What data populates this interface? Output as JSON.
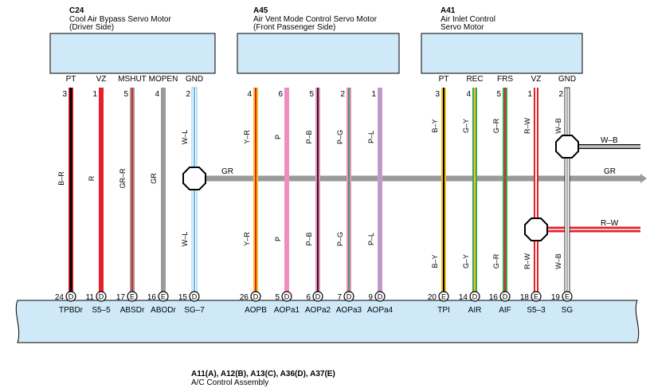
{
  "motors": {
    "c24": {
      "code": "C24",
      "name_line1": "Cool Air Bypass Servo Motor",
      "name_line2": "(Driver Side)",
      "pins": [
        {
          "label": "PT",
          "num": "3",
          "wire": "B–R",
          "acpin": "24",
          "conn": "D",
          "sig": "TPBDr"
        },
        {
          "label": "VZ",
          "num": "1",
          "wire": "R",
          "acpin": "11",
          "conn": "D",
          "sig": "S5–5"
        },
        {
          "label": "MSHUT",
          "num": "5",
          "wire": "GR–R",
          "acpin": "17",
          "conn": "E",
          "sig": "ABSDr"
        },
        {
          "label": "MOPEN",
          "num": "4",
          "wire": "GR",
          "acpin": "16",
          "conn": "E",
          "sig": "ABODr"
        },
        {
          "label": "GND",
          "num": "2",
          "wire": "W–L",
          "wire2": "W–L",
          "acpin": "15",
          "conn": "D",
          "sig": "SG–7"
        }
      ]
    },
    "a45": {
      "code": "A45",
      "name_line1": "Air Vent Mode Control Servo Motor",
      "name_line2": "(Front Passenger Side)",
      "pins": [
        {
          "num": "4",
          "wire": "Y–R",
          "wire2": "Y–R",
          "acpin": "26",
          "conn": "D",
          "sig": "AOPB"
        },
        {
          "num": "6",
          "wire": "P",
          "wire2": "P",
          "acpin": "5",
          "conn": "D",
          "sig": "AOPa1"
        },
        {
          "num": "5",
          "wire": "P–B",
          "wire2": "P–B",
          "acpin": "6",
          "conn": "D",
          "sig": "AOPa2"
        },
        {
          "num": "2",
          "wire": "P–G",
          "wire2": "P–G",
          "acpin": "7",
          "conn": "D",
          "sig": "AOPa3"
        },
        {
          "num": "1",
          "wire": "P–L",
          "wire2": "P–L",
          "acpin": "9",
          "conn": "D",
          "sig": "AOPa4"
        }
      ]
    },
    "a41": {
      "code": "A41",
      "name_line1": "Air Inlet Control",
      "name_line2": "Servo Motor",
      "pins": [
        {
          "label": "PT",
          "num": "3",
          "wire": "B–Y",
          "wire2": "B–Y",
          "acpin": "20",
          "conn": "E",
          "sig": "TPI"
        },
        {
          "label": "REC",
          "num": "4",
          "wire": "G–Y",
          "wire2": "G–Y",
          "acpin": "14",
          "conn": "D",
          "sig": "AIR"
        },
        {
          "label": "FRS",
          "num": "5",
          "wire": "G–R",
          "wire2": "G–R",
          "acpin": "16",
          "conn": "D",
          "sig": "AIF"
        },
        {
          "label": "VZ",
          "num": "1",
          "wire": "R–W",
          "wire2": "R–W",
          "acpin": "18",
          "conn": "E",
          "sig": "S5–3"
        },
        {
          "label": "GND",
          "num": "2",
          "wire": "W–B",
          "wire2": "W–B",
          "acpin": "19",
          "conn": "E",
          "sig": "SG"
        }
      ]
    }
  },
  "branches": {
    "wb": "W–B",
    "gr": "GR",
    "rw": "R–W",
    "gr_mid": "GR"
  },
  "ac": {
    "connectors": "A11(A), A12(B), A13(C), A36(D), A37(E)",
    "name": "A/C Control Assembly"
  },
  "colors": {
    "box_fill": "#cfe9f8",
    "gray": "#9a9a9a",
    "red": "#e5202a",
    "pink": "#f08cc0",
    "yellow": "#f2c21d",
    "green": "#34a853",
    "blue": "#6ab7e8"
  }
}
